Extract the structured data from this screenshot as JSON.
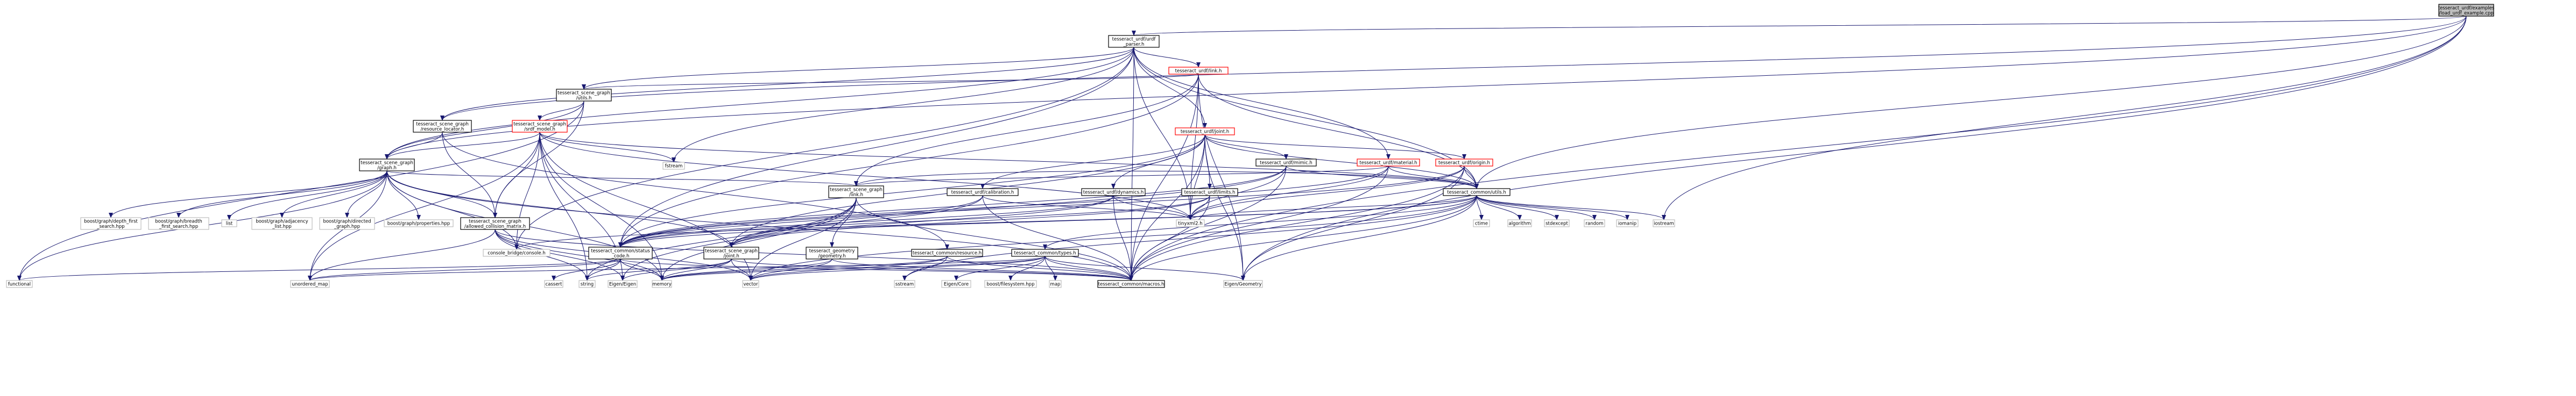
{
  "colors": {
    "edge": "#191970",
    "root_fill": "#bfbfbf",
    "node_border": "#000000",
    "missing_border": "#bfbfbf",
    "red_border": "#ff0000",
    "text": "#000000"
  },
  "nodes": [
    {
      "id": "root",
      "lines": [
        "tesseract_urdf/examples",
        "/load_urdf_example.cpp"
      ],
      "kind": "root"
    },
    {
      "id": "urdf_parser",
      "lines": [
        "tesseract_urdf/urdf",
        "_parser.h"
      ],
      "kind": "file"
    },
    {
      "id": "link",
      "lines": [
        "tesseract_urdf/link.h"
      ],
      "kind": "red"
    },
    {
      "id": "sg_utils",
      "lines": [
        "tesseract_scene_graph",
        "/utils.h"
      ],
      "kind": "file"
    },
    {
      "id": "sg_resource_locator",
      "lines": [
        "tesseract_scene_graph",
        "/resource_locator.h"
      ],
      "kind": "file"
    },
    {
      "id": "sg_srdf_model",
      "lines": [
        "tesseract_scene_graph",
        "/srdf_model.h"
      ],
      "kind": "red"
    },
    {
      "id": "joint",
      "lines": [
        "tesseract_urdf/joint.h"
      ],
      "kind": "red"
    },
    {
      "id": "mimic",
      "lines": [
        "tesseract_urdf/mimic.h"
      ],
      "kind": "file"
    },
    {
      "id": "material",
      "lines": [
        "tesseract_urdf/material.h"
      ],
      "kind": "red"
    },
    {
      "id": "origin",
      "lines": [
        "tesseract_urdf/origin.h"
      ],
      "kind": "red"
    },
    {
      "id": "sg_graph",
      "lines": [
        "tesseract_scene_graph",
        "/graph.h"
      ],
      "kind": "file"
    },
    {
      "id": "fstream",
      "lines": [
        "fstream"
      ],
      "kind": "missing"
    },
    {
      "id": "calibration",
      "lines": [
        "tesseract_urdf/calibration.h"
      ],
      "kind": "file"
    },
    {
      "id": "dynamics",
      "lines": [
        "tesseract_urdf/dynamics.h"
      ],
      "kind": "file"
    },
    {
      "id": "limits",
      "lines": [
        "tesseract_urdf/limits.h"
      ],
      "kind": "file"
    },
    {
      "id": "sg_link",
      "lines": [
        "tesseract_scene_graph",
        "/link.h"
      ],
      "kind": "file"
    },
    {
      "id": "common_utils",
      "lines": [
        "tesseract_common/utils.h"
      ],
      "kind": "file"
    },
    {
      "id": "depth_first",
      "lines": [
        "boost/graph/depth_first",
        "_search.hpp"
      ],
      "kind": "missing"
    },
    {
      "id": "breadth_first",
      "lines": [
        "boost/graph/breadth",
        "_first_search.hpp"
      ],
      "kind": "missing"
    },
    {
      "id": "list",
      "lines": [
        "list"
      ],
      "kind": "missing"
    },
    {
      "id": "adjacency_list",
      "lines": [
        "boost/graph/adjacency",
        "_list.hpp"
      ],
      "kind": "missing"
    },
    {
      "id": "directed_graph",
      "lines": [
        "boost/graph/directed",
        "_graph.hpp"
      ],
      "kind": "missing"
    },
    {
      "id": "properties",
      "lines": [
        "boost/graph/properties.hpp"
      ],
      "kind": "missing"
    },
    {
      "id": "allowed_collision",
      "lines": [
        "tesseract_scene_graph",
        "/allowed_collision_matrix.h"
      ],
      "kind": "file"
    },
    {
      "id": "console_bridge",
      "lines": [
        "console_bridge/console.h"
      ],
      "kind": "missing"
    },
    {
      "id": "status_code",
      "lines": [
        "tesseract_common/status",
        "_code.h"
      ],
      "kind": "file"
    },
    {
      "id": "sg_joint",
      "lines": [
        "tesseract_scene_graph",
        "/joint.h"
      ],
      "kind": "file"
    },
    {
      "id": "geometry",
      "lines": [
        "tesseract_geometry",
        "/geometry.h"
      ],
      "kind": "file"
    },
    {
      "id": "common_resource",
      "lines": [
        "tesseract_common/resource.h"
      ],
      "kind": "file"
    },
    {
      "id": "common_types",
      "lines": [
        "tesseract_common/types.h"
      ],
      "kind": "file"
    },
    {
      "id": "tinyxml2",
      "lines": [
        "tinyxml2.h"
      ],
      "kind": "missing"
    },
    {
      "id": "ctime",
      "lines": [
        "ctime"
      ],
      "kind": "missing"
    },
    {
      "id": "algorithm",
      "lines": [
        "algorithm"
      ],
      "kind": "missing"
    },
    {
      "id": "stdexcept",
      "lines": [
        "stdexcept"
      ],
      "kind": "missing"
    },
    {
      "id": "random",
      "lines": [
        "random"
      ],
      "kind": "missing"
    },
    {
      "id": "iomanip",
      "lines": [
        "iomanip"
      ],
      "kind": "missing"
    },
    {
      "id": "iostream",
      "lines": [
        "iostream"
      ],
      "kind": "missing"
    },
    {
      "id": "functional",
      "lines": [
        "functional"
      ],
      "kind": "missing"
    },
    {
      "id": "unordered_map",
      "lines": [
        "unordered_map"
      ],
      "kind": "missing"
    },
    {
      "id": "cassert",
      "lines": [
        "cassert"
      ],
      "kind": "missing"
    },
    {
      "id": "string",
      "lines": [
        "string"
      ],
      "kind": "missing"
    },
    {
      "id": "eigen",
      "lines": [
        "Eigen/Eigen"
      ],
      "kind": "missing"
    },
    {
      "id": "memory",
      "lines": [
        "memory"
      ],
      "kind": "missing"
    },
    {
      "id": "vector",
      "lines": [
        "vector"
      ],
      "kind": "missing"
    },
    {
      "id": "sstream",
      "lines": [
        "sstream"
      ],
      "kind": "missing"
    },
    {
      "id": "eigen_core",
      "lines": [
        "Eigen/Core"
      ],
      "kind": "missing"
    },
    {
      "id": "boost_fs",
      "lines": [
        "boost/filesystem.hpp"
      ],
      "kind": "missing"
    },
    {
      "id": "map",
      "lines": [
        "map"
      ],
      "kind": "missing"
    },
    {
      "id": "macros",
      "lines": [
        "tesseract_common/macros.h"
      ],
      "kind": "file"
    },
    {
      "id": "eigen_geometry",
      "lines": [
        "Eigen/Geometry"
      ],
      "kind": "missing"
    }
  ],
  "edges": [
    [
      "root",
      "urdf_parser"
    ],
    [
      "root",
      "sg_graph"
    ],
    [
      "root",
      "common_utils"
    ],
    [
      "root",
      "iostream"
    ],
    [
      "root",
      "macros"
    ],
    [
      "root",
      "eigen_geometry"
    ],
    [
      "root",
      "sg_resource_locator"
    ],
    [
      "urdf_parser",
      "link"
    ],
    [
      "urdf_parser",
      "joint"
    ],
    [
      "urdf_parser",
      "material"
    ],
    [
      "urdf_parser",
      "sg_utils"
    ],
    [
      "urdf_parser",
      "sg_resource_locator"
    ],
    [
      "urdf_parser",
      "sg_graph"
    ],
    [
      "urdf_parser",
      "fstream"
    ],
    [
      "urdf_parser",
      "common_utils"
    ],
    [
      "urdf_parser",
      "status_code"
    ],
    [
      "urdf_parser",
      "console_bridge"
    ],
    [
      "urdf_parser",
      "tinyxml2"
    ],
    [
      "urdf_parser",
      "macros"
    ],
    [
      "link",
      "sg_utils"
    ],
    [
      "link",
      "sg_link"
    ],
    [
      "link",
      "common_utils"
    ],
    [
      "link",
      "status_code"
    ],
    [
      "link",
      "tinyxml2"
    ],
    [
      "link",
      "macros"
    ],
    [
      "link",
      "eigen_geometry"
    ],
    [
      "sg_utils",
      "sg_srdf_model"
    ],
    [
      "sg_utils",
      "sg_graph"
    ],
    [
      "sg_utils",
      "allowed_collision"
    ],
    [
      "sg_utils",
      "functional"
    ],
    [
      "sg_resource_locator",
      "sg_graph"
    ],
    [
      "sg_resource_locator",
      "allowed_collision"
    ],
    [
      "sg_resource_locator",
      "common_resource"
    ],
    [
      "sg_srdf_model",
      "sg_graph"
    ],
    [
      "sg_srdf_model",
      "fstream"
    ],
    [
      "sg_srdf_model",
      "allowed_collision"
    ],
    [
      "sg_srdf_model",
      "console_bridge"
    ],
    [
      "sg_srdf_model",
      "tinyxml2"
    ],
    [
      "sg_srdf_model",
      "common_utils"
    ],
    [
      "sg_srdf_model",
      "unordered_map"
    ],
    [
      "sg_srdf_model",
      "string"
    ],
    [
      "sg_srdf_model",
      "eigen"
    ],
    [
      "sg_srdf_model",
      "memory"
    ],
    [
      "sg_srdf_model",
      "vector"
    ],
    [
      "joint",
      "mimic"
    ],
    [
      "joint",
      "calibration"
    ],
    [
      "joint",
      "dynamics"
    ],
    [
      "joint",
      "limits"
    ],
    [
      "joint",
      "origin"
    ],
    [
      "joint",
      "sg_joint"
    ],
    [
      "joint",
      "common_utils"
    ],
    [
      "joint",
      "status_code"
    ],
    [
      "joint",
      "tinyxml2"
    ],
    [
      "joint",
      "macros"
    ],
    [
      "joint",
      "eigen_geometry"
    ],
    [
      "mimic",
      "sg_joint"
    ],
    [
      "mimic",
      "status_code"
    ],
    [
      "mimic",
      "tinyxml2"
    ],
    [
      "mimic",
      "common_utils"
    ],
    [
      "mimic",
      "macros"
    ],
    [
      "material",
      "sg_link"
    ],
    [
      "material",
      "status_code"
    ],
    [
      "material",
      "tinyxml2"
    ],
    [
      "material",
      "common_utils"
    ],
    [
      "material",
      "macros"
    ],
    [
      "origin",
      "common_utils"
    ],
    [
      "origin",
      "status_code"
    ],
    [
      "origin",
      "tinyxml2"
    ],
    [
      "origin",
      "macros"
    ],
    [
      "origin",
      "eigen_geometry"
    ],
    [
      "sg_graph",
      "depth_first"
    ],
    [
      "sg_graph",
      "breadth_first"
    ],
    [
      "sg_graph",
      "list"
    ],
    [
      "sg_graph",
      "adjacency_list"
    ],
    [
      "sg_graph",
      "directed_graph"
    ],
    [
      "sg_graph",
      "properties"
    ],
    [
      "sg_graph",
      "allowed_collision"
    ],
    [
      "sg_graph",
      "sg_link"
    ],
    [
      "sg_graph",
      "sg_joint"
    ],
    [
      "sg_graph",
      "console_bridge"
    ],
    [
      "sg_graph",
      "unordered_map"
    ],
    [
      "sg_graph",
      "functional"
    ],
    [
      "sg_graph",
      "memory"
    ],
    [
      "sg_graph",
      "macros"
    ],
    [
      "calibration",
      "sg_joint"
    ],
    [
      "calibration",
      "status_code"
    ],
    [
      "calibration",
      "tinyxml2"
    ],
    [
      "calibration",
      "macros"
    ],
    [
      "dynamics",
      "sg_joint"
    ],
    [
      "dynamics",
      "status_code"
    ],
    [
      "dynamics",
      "tinyxml2"
    ],
    [
      "dynamics",
      "macros"
    ],
    [
      "limits",
      "sg_joint"
    ],
    [
      "limits",
      "status_code"
    ],
    [
      "limits",
      "tinyxml2"
    ],
    [
      "limits",
      "macros"
    ],
    [
      "sg_link",
      "geometry"
    ],
    [
      "sg_link",
      "eigen"
    ],
    [
      "sg_link",
      "memory"
    ],
    [
      "sg_link",
      "vector"
    ],
    [
      "sg_link",
      "string"
    ],
    [
      "sg_link",
      "macros"
    ],
    [
      "sg_link",
      "common_utils"
    ],
    [
      "common_utils",
      "ctime"
    ],
    [
      "common_utils",
      "algorithm"
    ],
    [
      "common_utils",
      "stdexcept"
    ],
    [
      "common_utils",
      "random"
    ],
    [
      "common_utils",
      "iomanip"
    ],
    [
      "common_utils",
      "iostream"
    ],
    [
      "common_utils",
      "console_bridge"
    ],
    [
      "common_utils",
      "tinyxml2"
    ],
    [
      "common_utils",
      "common_types"
    ],
    [
      "common_utils",
      "status_code"
    ],
    [
      "common_utils",
      "macros"
    ],
    [
      "common_utils",
      "eigen_geometry"
    ],
    [
      "common_utils",
      "sstream"
    ],
    [
      "common_utils",
      "vector"
    ],
    [
      "allowed_collision",
      "unordered_map"
    ],
    [
      "allowed_collision",
      "string"
    ],
    [
      "allowed_collision",
      "eigen"
    ],
    [
      "allowed_collision",
      "memory"
    ],
    [
      "allowed_collision",
      "vector"
    ],
    [
      "allowed_collision",
      "macros"
    ],
    [
      "status_code",
      "functional"
    ],
    [
      "status_code",
      "cassert"
    ],
    [
      "status_code",
      "string"
    ],
    [
      "status_code",
      "memory"
    ],
    [
      "status_code",
      "unordered_map"
    ],
    [
      "status_code",
      "macros"
    ],
    [
      "sg_joint",
      "eigen"
    ],
    [
      "sg_joint",
      "memory"
    ],
    [
      "sg_joint",
      "vector"
    ],
    [
      "sg_joint",
      "string"
    ],
    [
      "sg_joint",
      "macros"
    ],
    [
      "geometry",
      "memory"
    ],
    [
      "geometry",
      "vector"
    ],
    [
      "geometry",
      "macros"
    ],
    [
      "common_resource",
      "memory"
    ],
    [
      "common_resource",
      "vector"
    ],
    [
      "common_resource",
      "sstream"
    ],
    [
      "common_resource",
      "macros"
    ],
    [
      "common_types",
      "eigen_core"
    ],
    [
      "common_types",
      "boost_fs"
    ],
    [
      "common_types",
      "map"
    ],
    [
      "common_types",
      "unordered_map"
    ],
    [
      "common_types",
      "vector"
    ],
    [
      "common_types",
      "memory"
    ],
    [
      "common_types",
      "macros"
    ],
    [
      "common_types",
      "eigen_geometry"
    ]
  ]
}
